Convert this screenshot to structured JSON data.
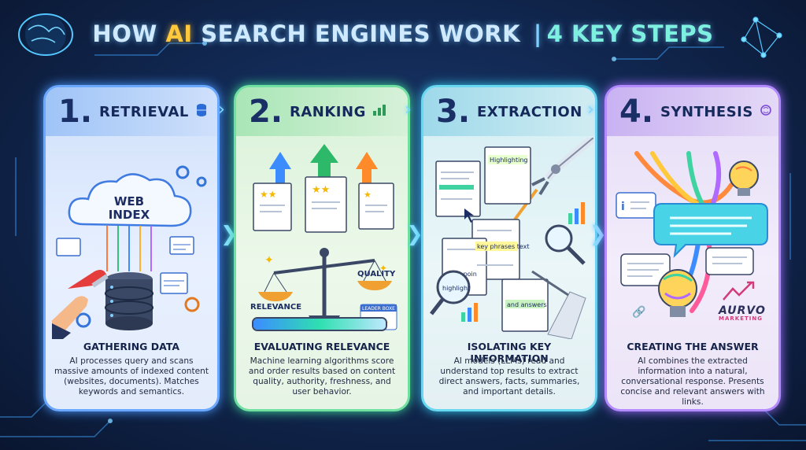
{
  "title": {
    "pre": "HOW ",
    "ai": "AI",
    "post": " SEARCH ENGINES WORK",
    "sep": "|",
    "steps": "4 KEY STEPS"
  },
  "cards": [
    {
      "num": "1.",
      "name": "RETRIEVAL",
      "icon": "database-icon",
      "art": {
        "cloud": "WEB INDEX"
      },
      "subtitle": "GATHERING DATA",
      "desc": "AI processes query and scans massive amounts of indexed content (websites, documents). Matches keywords and semantics."
    },
    {
      "num": "2.",
      "name": "RANKING",
      "icon": "bar-chart-icon",
      "art": {
        "relevance": "RELEVANCE",
        "quality": "QUALITY",
        "board": "LEADER BOXE"
      },
      "subtitle": "EVALUATING RELEVANCE",
      "desc": "Machine learning algorithms score and order results based on content quality, authority, freshness, and user behavior."
    },
    {
      "num": "3.",
      "name": "EXTRACTION",
      "icon": "",
      "art": {
        "highlighting": "Highlighting",
        "key_phrases": "key phrases text",
        "data_point": "data poin",
        "highlight": "highlight",
        "answers": "and answers"
      },
      "subtitle": "ISOLATING KEY INFORMATION",
      "desc": "AI models (LLMs) read and understand top results to extract direct answers, facts, summaries, and important details."
    },
    {
      "num": "4.",
      "name": "SYNTHESIS",
      "icon": "brain-icon",
      "art": {
        "brand": "AURVO",
        "brand_sub": "MARKETING"
      },
      "subtitle": "CREATING THE ANSWER",
      "desc": "AI combines the extracted information into a natural, conversational response. Presents concise and relevant answers with links."
    }
  ]
}
